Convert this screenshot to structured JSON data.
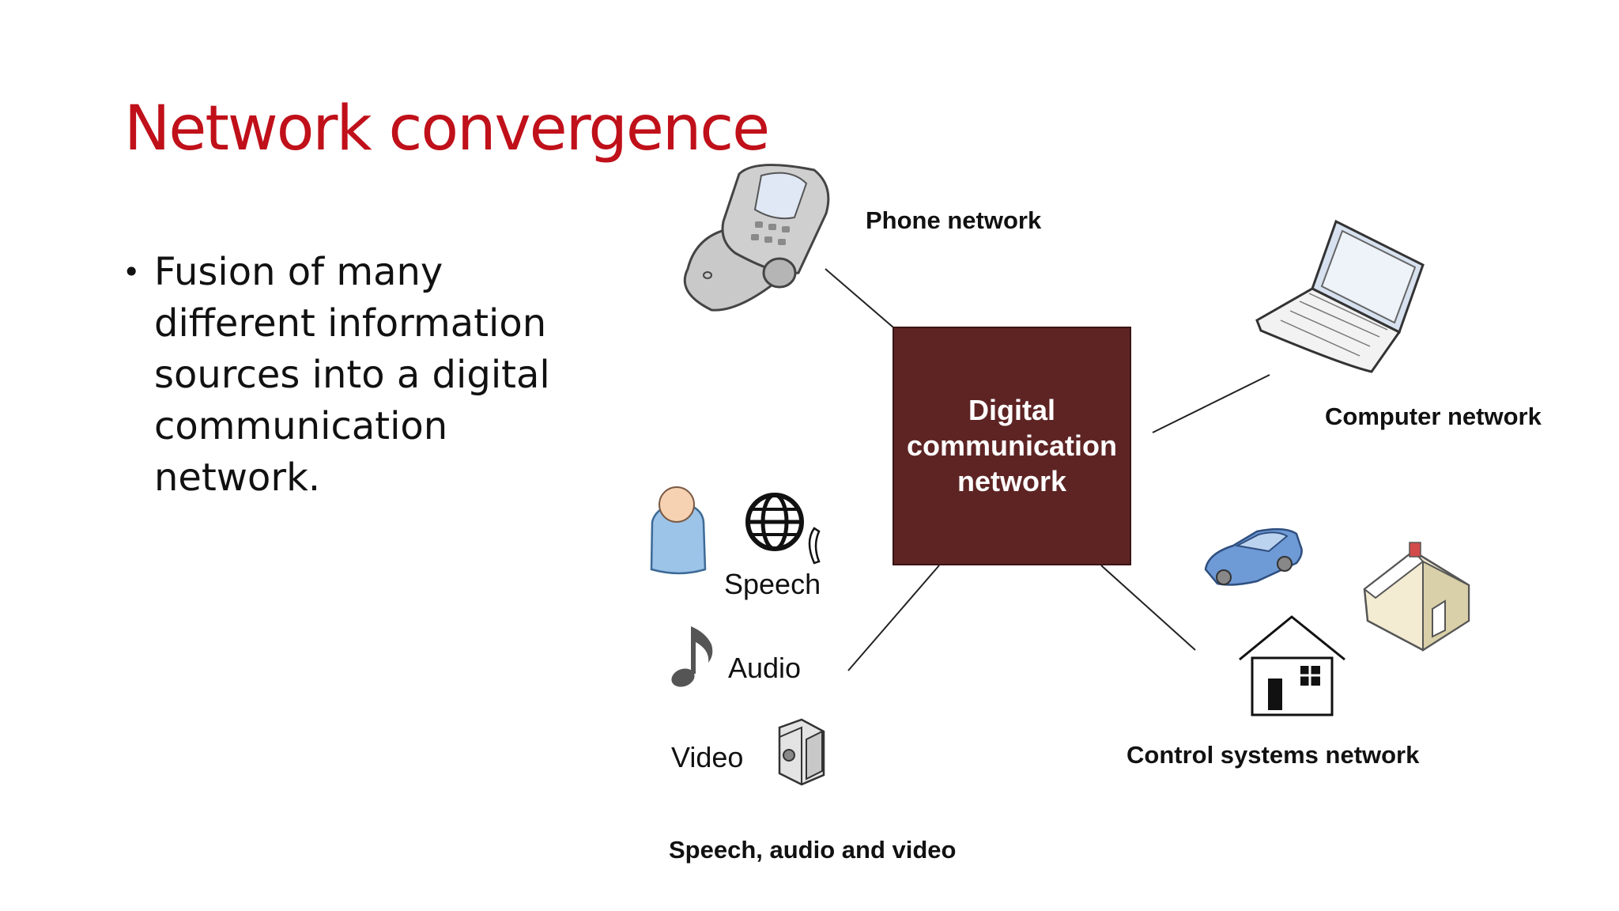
{
  "slide": {
    "title": "Network convergence",
    "bullet": "Fusion of many different information sources into a digital communication network."
  },
  "diagram": {
    "hub": {
      "lines": [
        "Digital",
        "communication",
        "network"
      ],
      "color": "#5e2424"
    },
    "nodes": {
      "phone": "Phone network",
      "computer": "Computer network",
      "control": "Control systems network",
      "media": "Speech, audio and video"
    },
    "media_items": {
      "speech": "Speech",
      "audio": "Audio",
      "video": "Video"
    },
    "icons": [
      "flip-phone-icon",
      "laptop-icon",
      "car-icon",
      "house-icon",
      "house-outline-icon",
      "person-icon",
      "globe-phone-icon",
      "music-note-icon",
      "video-camera-icon"
    ]
  },
  "colors": {
    "title": "#c0101a",
    "hub": "#5e2424"
  }
}
